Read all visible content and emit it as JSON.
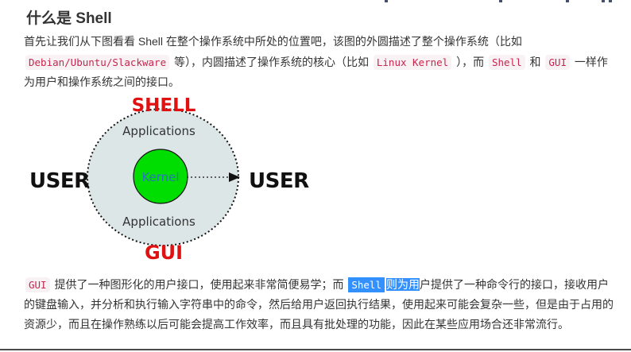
{
  "page": {
    "title": "什么是 Shell"
  },
  "colors": {
    "code_text": "#c7254e",
    "code_background": "#f9f2f4",
    "selection_background": "#3390ff",
    "selection_text": "#ffffff",
    "diagram_outer_fill": "#dde6e6",
    "diagram_kernel_fill": "#00dd00",
    "diagram_red_label": "#e01111",
    "diagram_kernel_text": "#2878b8",
    "body_text": "#333333"
  },
  "paragraph1": {
    "segments": [
      {
        "type": "text",
        "content": "首先让我们从下图看看 Shell 在整个操作系统中所处的位置吧，该图的外圆描述了整个操作系统（比如 "
      },
      {
        "type": "code",
        "content": "Debian/Ubuntu/Slackware"
      },
      {
        "type": "text",
        "content": " 等），内圆描述了操作系统的核心（比如 "
      },
      {
        "type": "code",
        "content": "Linux Kernel"
      },
      {
        "type": "text",
        "content": " ），而 "
      },
      {
        "type": "code",
        "content": "Shell"
      },
      {
        "type": "text",
        "content": " 和 "
      },
      {
        "type": "code",
        "content": "GUI"
      },
      {
        "type": "text",
        "content": " 一样作为用户和操作系统之间的接口。"
      }
    ]
  },
  "diagram": {
    "shell_label": "SHELL",
    "gui_label": "GUI",
    "user_left_label": "USER",
    "user_right_label": "USER",
    "applications_top_label": "Applications",
    "applications_bottom_label": "Applications",
    "kernel_label": "Kernel"
  },
  "paragraph2": {
    "segments": [
      {
        "type": "code",
        "content": "GUI"
      },
      {
        "type": "text",
        "content": " 提供了一种图形化的用户接口，使用起来非常简便易学；而 "
      },
      {
        "type": "code-selected",
        "content": "Shell"
      },
      {
        "type": "selected",
        "content": "则为用"
      },
      {
        "type": "text",
        "content": "户提供了一种命令行的接口，接收用户的键盘输入，并分析和执行输入字符串中的命令，然后给用户返回执行结果，使用起来可能会复杂一些，但是由于占用的资源少，而且在操作熟练以后可能会提高工作效率，而且具有批处理的功能，因此在某些应用场合还非常流行。"
      }
    ]
  }
}
